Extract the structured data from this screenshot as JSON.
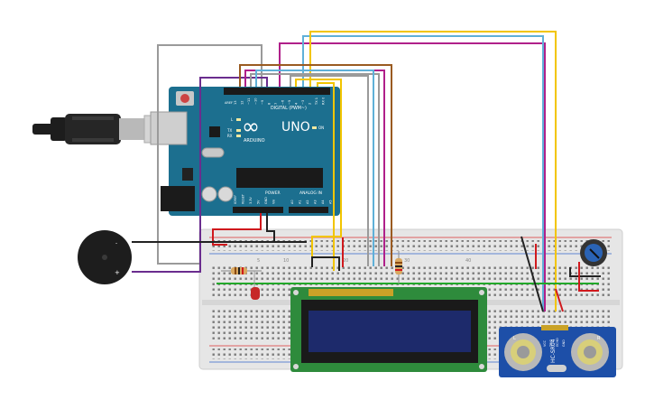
{
  "arduino": {
    "logo": "∞",
    "brand": "ARDUINO",
    "model": "UNO",
    "digital_label": "DIGITAL (PWM~)",
    "power_label": "POWER",
    "analog_label": "ANALOG IN",
    "aref": "AREF",
    "gnd": "GND",
    "l": "L",
    "tx": "TX",
    "rx": "RX",
    "on": "ON",
    "ioref": "IOREF",
    "reset": "RESET",
    "v33": "3.3V",
    "v5": "5V",
    "gnd_pwr": "GND",
    "vin": "Vin",
    "a0": "A0",
    "a1": "A1",
    "a2": "A2",
    "a3": "A3",
    "a4": "A4",
    "a5": "A5",
    "pins": [
      "13",
      "12",
      "~11",
      "~10",
      "~9",
      "8",
      "7",
      "~6",
      "~5",
      "4",
      "~3",
      "2",
      "TX 1",
      "RX 0"
    ]
  },
  "buzzer": {
    "minus": "-",
    "plus": "+"
  },
  "breadboard": {
    "col_5": "5",
    "col_10": "10",
    "col_20": "20",
    "col_30": "30",
    "col_40": "40"
  },
  "sensor": {
    "model": "HC-SR04",
    "l": "L",
    "r": "R",
    "pins": [
      "VCC",
      "TRIG",
      "ECHO",
      "GND"
    ]
  },
  "colors": {
    "arduino_board": "#1c6f8f",
    "breadboard": "#e6e6e6",
    "lcd_pcb": "#2e8b3c",
    "lcd_screen": "#1d2a6b",
    "sensor_pcb": "#1d4fa8",
    "wire_yellow": "#f2c500",
    "wire_blue": "#5fb0d8",
    "wire_magenta": "#b0208a",
    "wire_purple": "#6a2d8e",
    "wire_brown": "#9a5b21",
    "wire_grey": "#9a9a9a",
    "wire_red": "#d0191d",
    "wire_green": "#22a82a",
    "wire_black": "#222222"
  }
}
